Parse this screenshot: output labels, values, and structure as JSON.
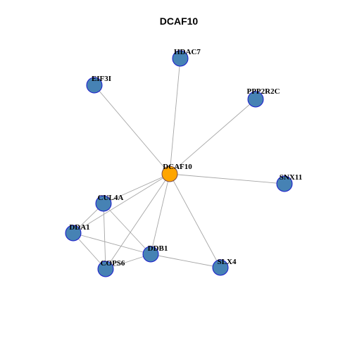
{
  "title": "DCAF10",
  "colors": {
    "hub_fill": "#FFA500",
    "hub_stroke": "#7a4a4a",
    "node_fill": "#4682B4",
    "node_stroke": "#1a1aCC",
    "edge": "#A6A6A6"
  },
  "nodes": [
    {
      "id": "DCAF10",
      "label": "DCAF10",
      "hub": true
    },
    {
      "id": "HDAC7",
      "label": "HDAC7"
    },
    {
      "id": "EIF3I",
      "label": "EIF3I"
    },
    {
      "id": "PPP2R2C",
      "label": "PPP2R2C"
    },
    {
      "id": "SNX11",
      "label": "SNX11"
    },
    {
      "id": "CUL4A",
      "label": "CUL4A"
    },
    {
      "id": "DDA1",
      "label": "DDA1"
    },
    {
      "id": "DDB1",
      "label": "DDB1"
    },
    {
      "id": "COPS6",
      "label": "COPS6"
    },
    {
      "id": "SLX4",
      "label": "SLX4"
    }
  ],
  "edges": [
    [
      "DCAF10",
      "HDAC7"
    ],
    [
      "DCAF10",
      "EIF3I"
    ],
    [
      "DCAF10",
      "PPP2R2C"
    ],
    [
      "DCAF10",
      "SNX11"
    ],
    [
      "DCAF10",
      "CUL4A"
    ],
    [
      "DCAF10",
      "DDA1"
    ],
    [
      "DCAF10",
      "DDB1"
    ],
    [
      "DCAF10",
      "COPS6"
    ],
    [
      "DCAF10",
      "SLX4"
    ],
    [
      "CUL4A",
      "DDA1"
    ],
    [
      "CUL4A",
      "DDB1"
    ],
    [
      "CUL4A",
      "COPS6"
    ],
    [
      "DDA1",
      "DDB1"
    ],
    [
      "DDA1",
      "COPS6"
    ],
    [
      "DDB1",
      "COPS6"
    ],
    [
      "DDB1",
      "SLX4"
    ]
  ]
}
